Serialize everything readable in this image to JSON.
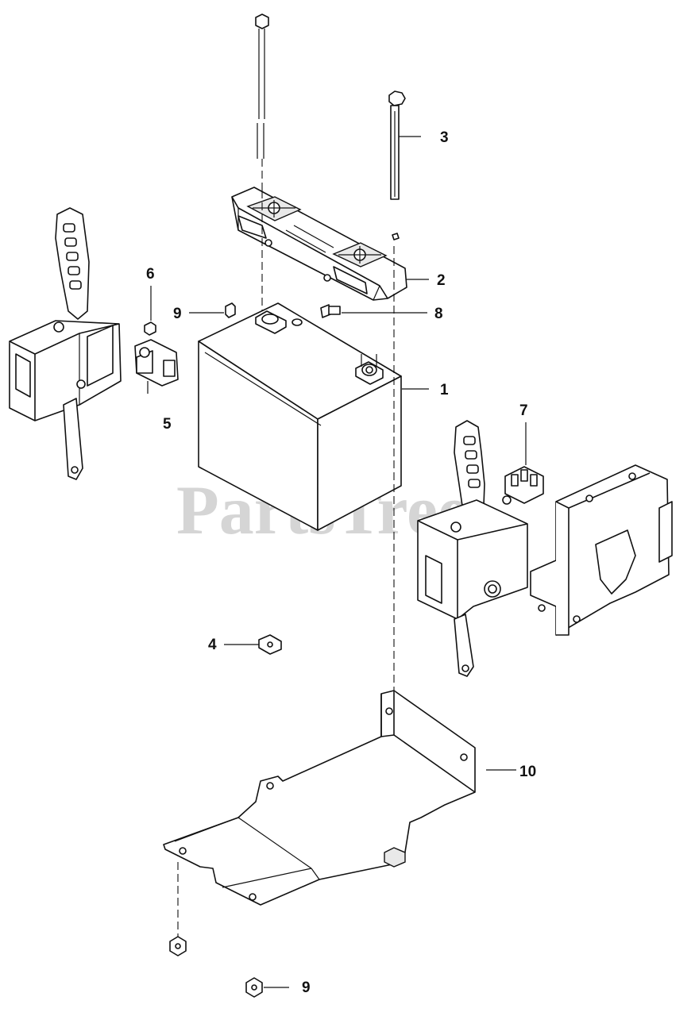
{
  "watermark": "PartsTree",
  "callouts": {
    "c1": "1",
    "c2": "2",
    "c3": "3",
    "c4": "4",
    "c5": "5",
    "c6": "6",
    "c7": "7",
    "c8": "8",
    "c9_top": "9",
    "c9_bottom": "9",
    "c10": "10"
  }
}
